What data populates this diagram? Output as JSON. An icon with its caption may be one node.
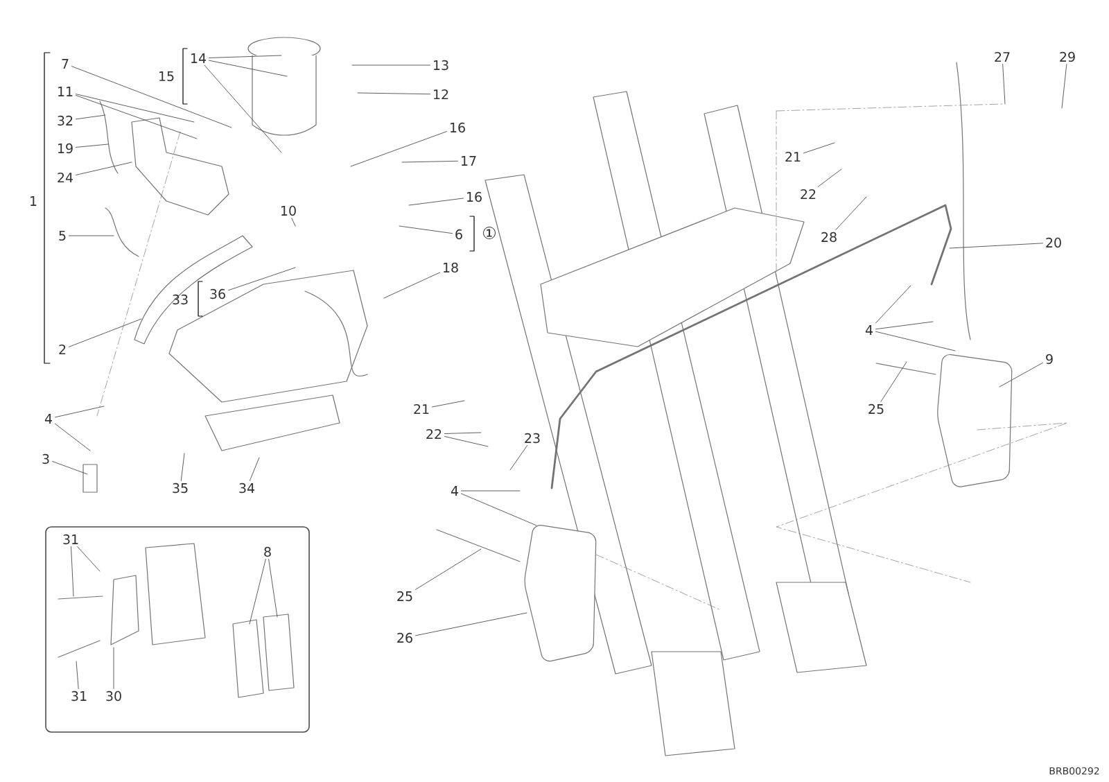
{
  "diagram": {
    "nodes": [
      {
        "text": [
          "7"
        ]
      },
      {
        "text": [
          "11"
        ]
      },
      {
        "text": [
          "32"
        ]
      },
      {
        "text": [
          "19"
        ]
      },
      {
        "text": [
          "24"
        ]
      },
      {
        "text": [
          "5"
        ]
      },
      {
        "text": [
          "2"
        ]
      },
      {
        "text": [
          "14"
        ]
      },
      {
        "text": [
          "13"
        ]
      },
      {
        "text": [
          "12"
        ]
      },
      {
        "text": [
          "16"
        ]
      },
      {
        "text": [
          "17"
        ]
      },
      {
        "text": [
          "16"
        ]
      },
      {
        "text": [
          "6"
        ]
      },
      {
        "text": [
          "10"
        ]
      },
      {
        "text": [
          "18"
        ]
      },
      {
        "text": [
          "36"
        ]
      },
      {
        "text": [
          "4"
        ]
      },
      {
        "text": [
          "3"
        ]
      },
      {
        "text": [
          "35"
        ]
      },
      {
        "text": [
          "34"
        ]
      },
      {
        "text": [
          "21"
        ]
      },
      {
        "text": [
          "22"
        ]
      },
      {
        "text": [
          "23"
        ]
      },
      {
        "text": [
          "4"
        ]
      },
      {
        "text": [
          "25"
        ]
      },
      {
        "text": [
          "26"
        ]
      },
      {
        "text": [
          "21"
        ]
      },
      {
        "text": [
          "22"
        ]
      },
      {
        "text": [
          "28"
        ]
      },
      {
        "text": [
          "20"
        ]
      },
      {
        "text": [
          "4"
        ]
      },
      {
        "text": [
          "25"
        ]
      },
      {
        "text": [
          "9"
        ]
      },
      {
        "text": [
          "27"
        ]
      },
      {
        "text": [
          "29"
        ]
      },
      {
        "text": [
          "31"
        ]
      },
      {
        "text": [
          "31"
        ]
      },
      {
        "text": [
          "30"
        ]
      },
      {
        "text": [
          "8"
        ]
      }
    ],
    "edges": [
      {
        "from": 0,
        "to": null,
        "arrow": "none"
      },
      {
        "from": 1,
        "to": null,
        "arrow": "none"
      },
      {
        "from": 1,
        "to": null,
        "arrow": "none"
      },
      {
        "from": 2,
        "to": null,
        "arrow": "none"
      },
      {
        "from": 3,
        "to": null,
        "arrow": "none"
      },
      {
        "from": 4,
        "to": null,
        "arrow": "none"
      },
      {
        "from": 5,
        "to": null,
        "arrow": "none"
      },
      {
        "from": 6,
        "to": null,
        "arrow": "none"
      },
      {
        "from": 7,
        "to": null,
        "arrow": "none"
      },
      {
        "from": 7,
        "to": null,
        "arrow": "none"
      },
      {
        "from": 7,
        "to": null,
        "arrow": "none"
      },
      {
        "from": 8,
        "to": null,
        "arrow": "none"
      },
      {
        "from": 9,
        "to": null,
        "arrow": "none"
      },
      {
        "from": 10,
        "to": null,
        "arrow": "none"
      },
      {
        "from": 11,
        "to": null,
        "arrow": "none"
      },
      {
        "from": 12,
        "to": null,
        "arrow": "none"
      },
      {
        "from": 13,
        "to": null,
        "arrow": "none"
      },
      {
        "from": 14,
        "to": null,
        "arrow": "none"
      },
      {
        "from": 15,
        "to": null,
        "arrow": "none"
      },
      {
        "from": 16,
        "to": null,
        "arrow": "none"
      },
      {
        "from": 17,
        "to": null,
        "arrow": "none"
      },
      {
        "from": 17,
        "to": null,
        "arrow": "none"
      },
      {
        "from": 18,
        "to": null,
        "arrow": "none"
      },
      {
        "from": 19,
        "to": null,
        "arrow": "none"
      },
      {
        "from": 20,
        "to": null,
        "arrow": "none"
      },
      {
        "from": 21,
        "to": null,
        "arrow": "none"
      },
      {
        "from": 22,
        "to": null,
        "arrow": "none"
      },
      {
        "from": 22,
        "to": null,
        "arrow": "none"
      },
      {
        "from": 23,
        "to": null,
        "arrow": "none"
      },
      {
        "from": 24,
        "to": null,
        "arrow": "none"
      },
      {
        "from": 24,
        "to": null,
        "arrow": "none"
      },
      {
        "from": 25,
        "to": null,
        "arrow": "none"
      },
      {
        "from": 26,
        "to": null,
        "arrow": "none"
      },
      {
        "from": 27,
        "to": null,
        "arrow": "none"
      },
      {
        "from": 28,
        "to": null,
        "arrow": "none"
      },
      {
        "from": 29,
        "to": null,
        "arrow": "none"
      },
      {
        "from": 30,
        "to": null,
        "arrow": "none"
      },
      {
        "from": 31,
        "to": null,
        "arrow": "none"
      },
      {
        "from": 31,
        "to": null,
        "arrow": "none"
      },
      {
        "from": 31,
        "to": null,
        "arrow": "none"
      },
      {
        "from": 32,
        "to": null,
        "arrow": "none"
      },
      {
        "from": 33,
        "to": null,
        "arrow": "none"
      },
      {
        "from": 34,
        "to": null,
        "arrow": "none"
      },
      {
        "from": 35,
        "to": null,
        "arrow": "none"
      },
      {
        "from": 36,
        "to": null,
        "arrow": "none"
      },
      {
        "from": 36,
        "to": null,
        "arrow": "none"
      },
      {
        "from": 37,
        "to": null,
        "arrow": "none"
      },
      {
        "from": 38,
        "to": null,
        "arrow": "none"
      },
      {
        "from": 39,
        "to": null,
        "arrow": "none"
      },
      {
        "from": 39,
        "to": null,
        "arrow": "none"
      }
    ],
    "labels": [
      "1",
      "15",
      "33",
      "①",
      "BRB00292"
    ]
  }
}
